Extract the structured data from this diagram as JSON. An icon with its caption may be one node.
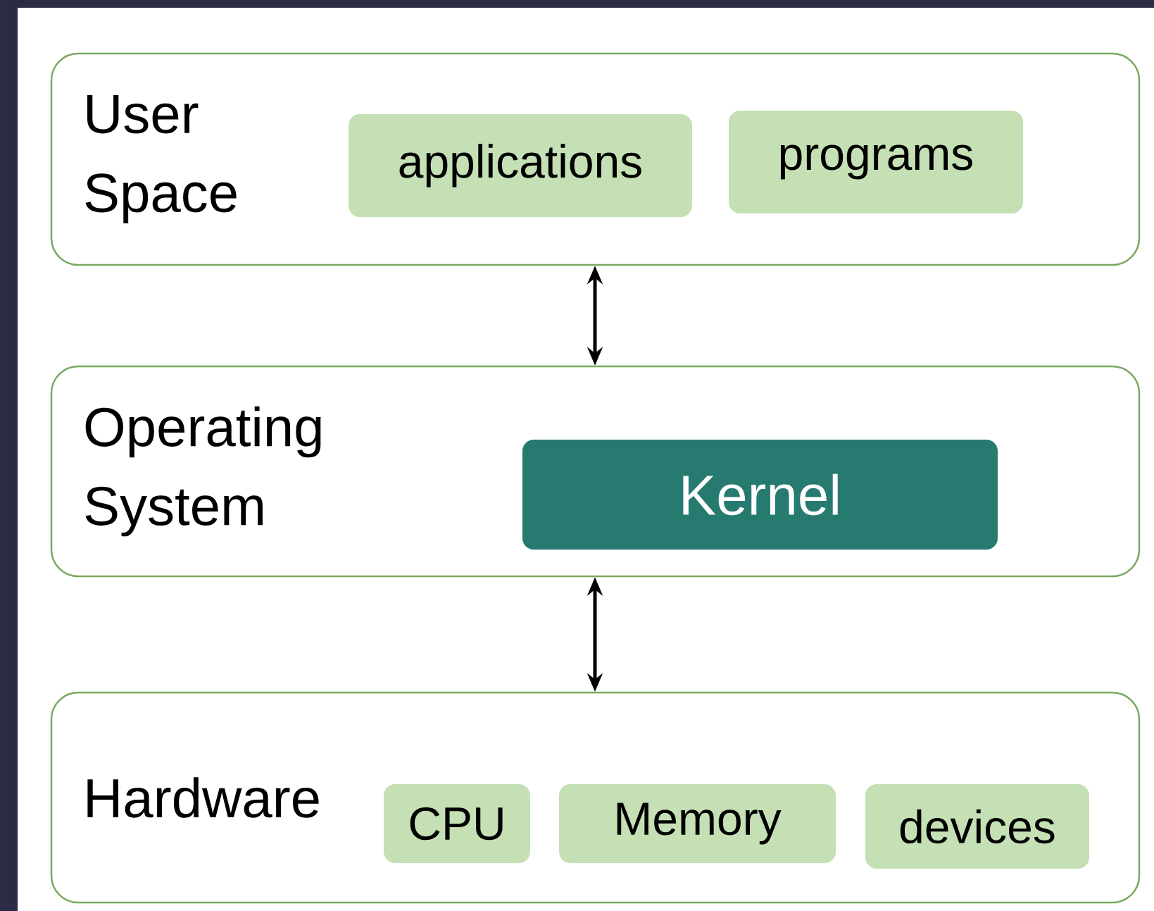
{
  "diagram": {
    "nodes": [
      {
        "text": [
          "User Space"
        ]
      },
      {
        "text": [
          "applications"
        ],
        "in": 0
      },
      {
        "text": [
          "programs"
        ],
        "in": 0
      },
      {
        "text": [
          "Operating System"
        ]
      },
      {
        "text": [
          "Kernel"
        ],
        "in": 3
      },
      {
        "text": [
          "Hardware"
        ]
      },
      {
        "text": [
          "CPU"
        ],
        "in": 5
      },
      {
        "text": [
          "Memory"
        ],
        "in": 5
      },
      {
        "text": [
          "devices"
        ],
        "in": 5
      }
    ],
    "edges": [
      {
        "from": 0,
        "to": 3,
        "arrow": "both"
      },
      {
        "from": 3,
        "to": 5,
        "arrow": "both"
      }
    ]
  }
}
